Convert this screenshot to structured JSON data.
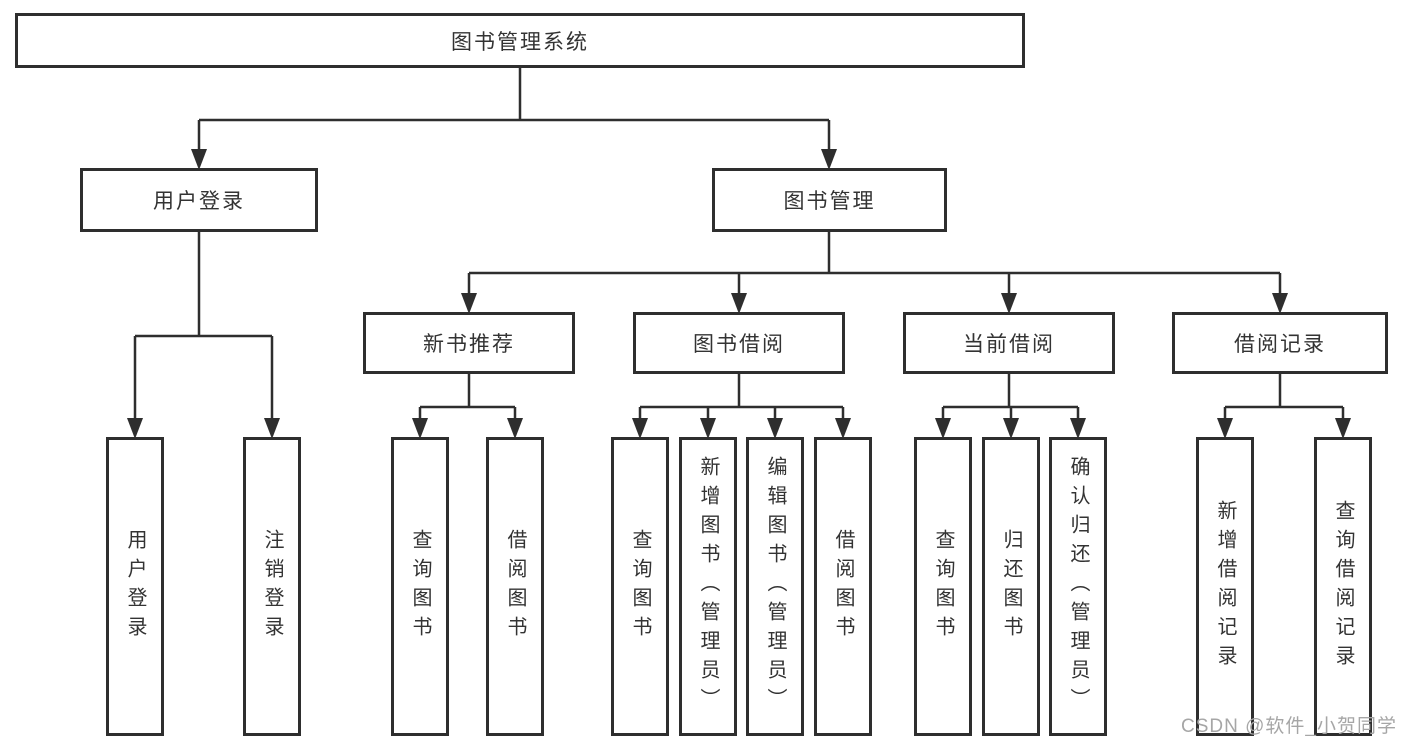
{
  "diagram": {
    "title": "图书管理系统",
    "branches": [
      {
        "label": "用户登录",
        "children": [
          {
            "label": "用户登录"
          },
          {
            "label": "注销登录"
          }
        ]
      },
      {
        "label": "图书管理",
        "children": [
          {
            "label": "新书推荐",
            "children": [
              {
                "label": "查询图书"
              },
              {
                "label": "借阅图书"
              }
            ]
          },
          {
            "label": "图书借阅",
            "children": [
              {
                "label": "查询图书"
              },
              {
                "label": "新增图书（管理员）"
              },
              {
                "label": "编辑图书（管理员）"
              },
              {
                "label": "借阅图书"
              }
            ]
          },
          {
            "label": "当前借阅",
            "children": [
              {
                "label": "查询图书"
              },
              {
                "label": "归还图书"
              },
              {
                "label": "确认归还（管理员）"
              }
            ]
          },
          {
            "label": "借阅记录",
            "children": [
              {
                "label": "新增借阅记录"
              },
              {
                "label": "查询借阅记录"
              }
            ]
          }
        ]
      }
    ]
  },
  "watermark": "CSDN @软件_小贺同学",
  "colors": {
    "line": "#2e2e2e",
    "text": "#333333",
    "watermark": "#a6a6a6",
    "background": "#ffffff"
  }
}
